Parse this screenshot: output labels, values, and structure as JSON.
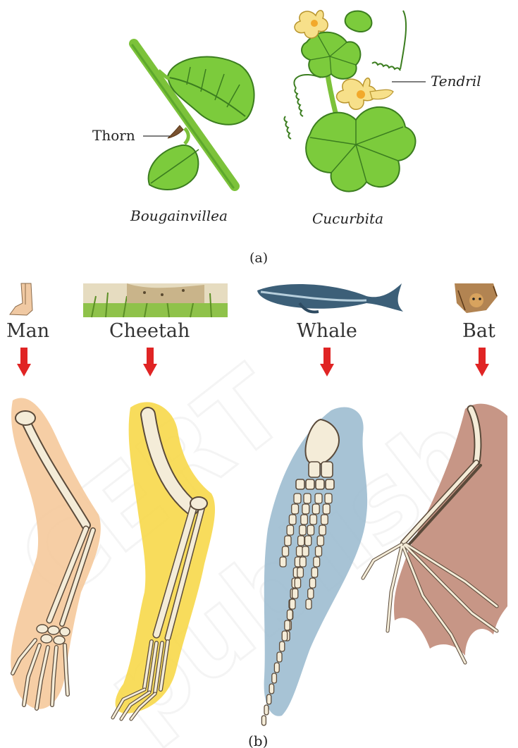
{
  "part_a": {
    "thorn_label": "Thorn",
    "tendril_label": "Tendril",
    "plant1_name": "Bougainvillea",
    "plant2_name": "Cucurbita",
    "caption": "(a)"
  },
  "part_b": {
    "animals": [
      {
        "name": "Man"
      },
      {
        "name": "Cheetah"
      },
      {
        "name": "Whale"
      },
      {
        "name": "Bat"
      }
    ],
    "caption": "(b)"
  },
  "watermark": "© NCERT not to be republished",
  "colors": {
    "stem": "#7cc23a",
    "leaf": "#7ccb3c",
    "flower": "#f7e08a",
    "arrow": "#e02424",
    "man_shadow": "#f5c595",
    "cheetah_shadow": "#f7d84a",
    "whale_shadow": "#9dbcd0",
    "bat_shadow": "#c49080",
    "bone": "#f4ecd8"
  }
}
